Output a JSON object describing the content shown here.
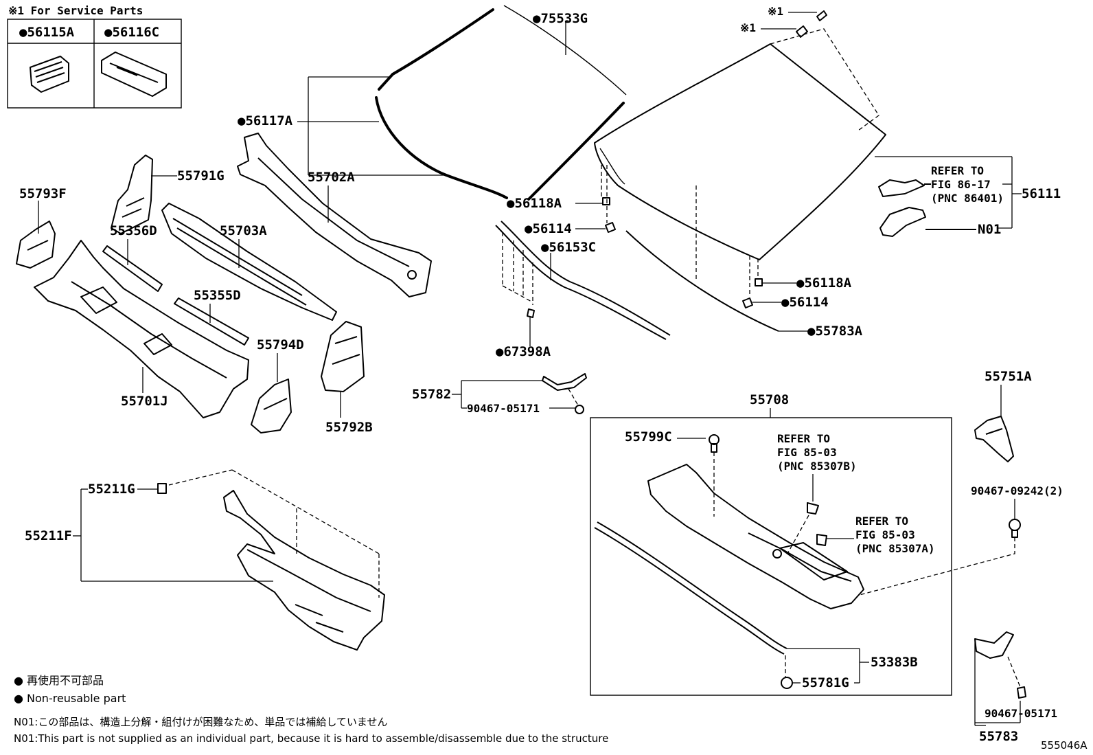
{
  "service": {
    "title": "※1 For Service Parts",
    "col1": "●56115A",
    "col2": "●56116C"
  },
  "parts": {
    "p75533G": "●75533G",
    "p56117A": "●56117A",
    "p55702A": "55702A",
    "p55791G": "55791G",
    "p55793F": "55793F",
    "p55356D": "55356D",
    "p55703A": "55703A",
    "p55355D": "55355D",
    "p55794D": "55794D",
    "p55701J": "55701J",
    "p55792B": "55792B",
    "p56118A_a": "●56118A",
    "p56114_a": "●56114",
    "p56153C": "●56153C",
    "p67398A": "●67398A",
    "p55782": "55782",
    "p90467_05171_a": "90467-05171",
    "p55708": "55708",
    "p55799C": "55799C",
    "p56118A_b": "●56118A",
    "p56114_b": "●56114",
    "p55783A": "●55783A",
    "p56111": "56111",
    "pN01": "N01",
    "pStar1a": "※1",
    "pStar1b": "※1",
    "p55751A": "55751A",
    "p90467_09242": "90467-09242(2)",
    "p55211G": "55211G",
    "p55211F": "55211F",
    "p53383B": "53383B",
    "p55781G": "55781G",
    "p90467_05171_b": "90467-05171",
    "p55783": "55783"
  },
  "refs": {
    "r1": [
      "REFER TO",
      "FIG 86-17",
      "(PNC 86401)"
    ],
    "r2": [
      "REFER TO",
      "FIG 85-03",
      "(PNC 85307B)"
    ],
    "r3": [
      "REFER TO",
      "FIG 85-03",
      "(PNC 85307A)"
    ]
  },
  "legend": {
    "jp": "● 再使用不可部品",
    "en": "● Non-reusable part",
    "n01jp": "N01:この部品は、構造上分解・組付けが困難なため、単品では補給していません",
    "n01en": "N01:This part is not supplied as an individual part, because it is hard to assemble/disassemble due to the structure"
  },
  "figure_id": "555046A"
}
